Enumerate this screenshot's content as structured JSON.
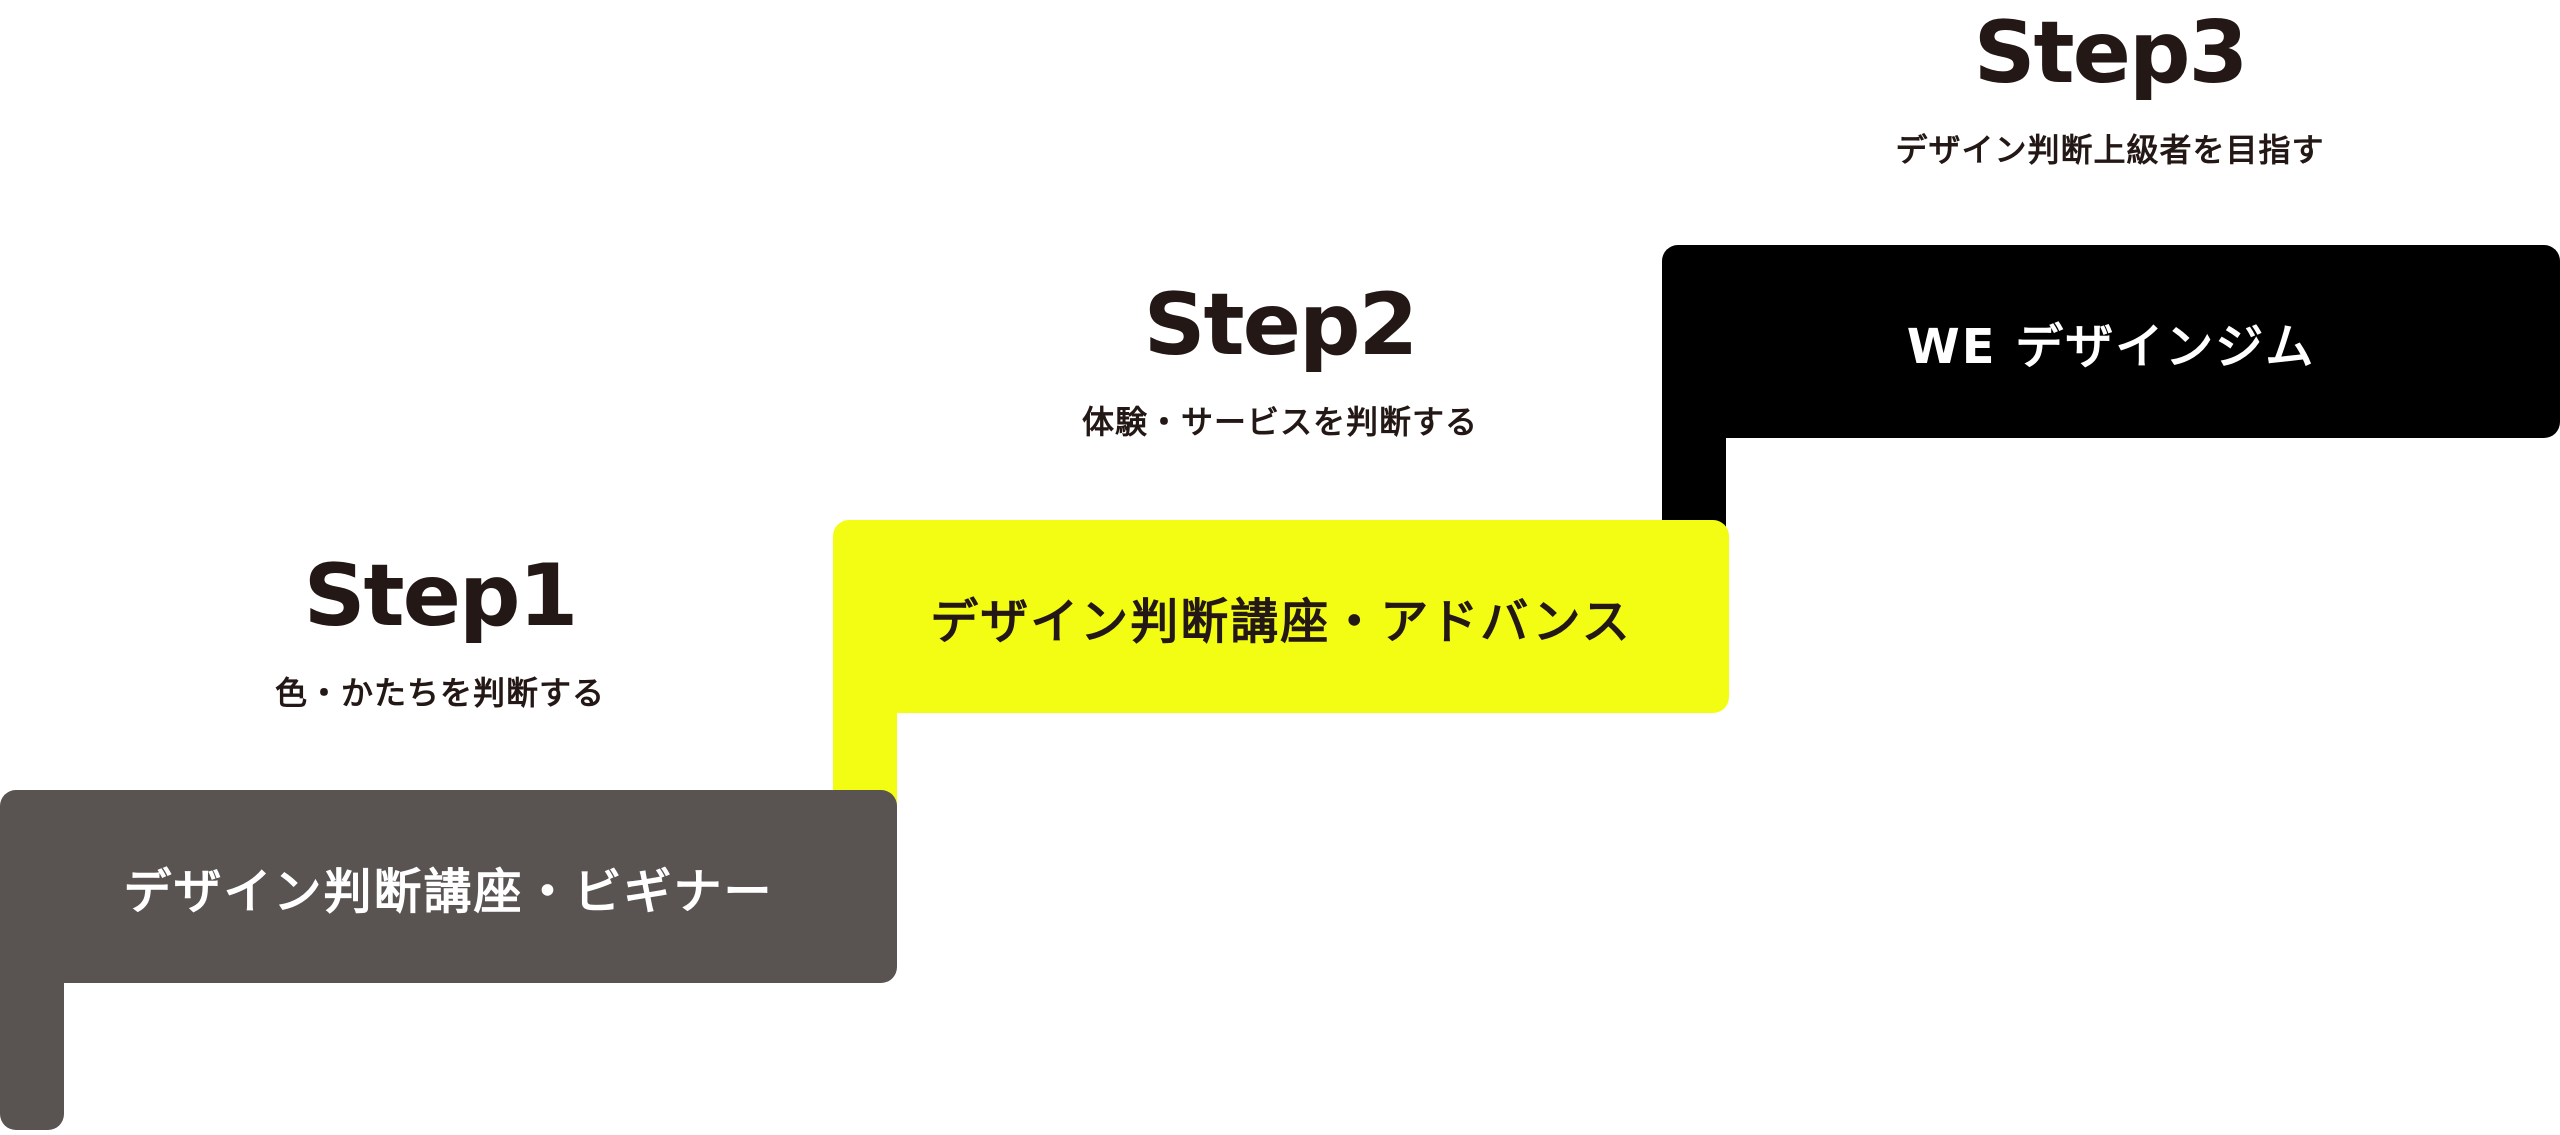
{
  "colors": {
    "text_dark": "#231815",
    "step1_bar": "#595352",
    "step2_bar": "#F3FD14",
    "step3_bar": "#000000",
    "step1_label": "#ffffff",
    "step2_label": "#231815",
    "step3_label": "#ffffff",
    "background": "#ffffff"
  },
  "steps": [
    {
      "title": "Step1",
      "description": "色・かたちを判断する",
      "course": "デザイン判断講座・ビギナー"
    },
    {
      "title": "Step2",
      "description": "体験・サービスを判断する",
      "course": "デザイン判断講座・アドバンス"
    },
    {
      "title": "Step3",
      "description": "デザイン判断上級者を目指す",
      "course": "WE デザインジム"
    }
  ]
}
